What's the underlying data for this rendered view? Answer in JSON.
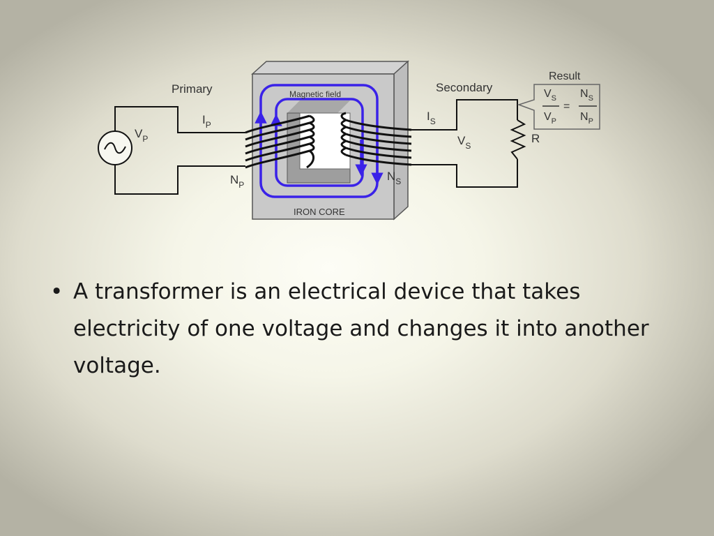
{
  "diagram": {
    "primary_label": "Primary",
    "secondary_label": "Secondary",
    "magnetic_field_label": "Magnetic field",
    "iron_core_label": "IRON CORE",
    "result_label": "Result",
    "ip": {
      "main": "I",
      "sub": "P"
    },
    "is": {
      "main": "I",
      "sub": "S"
    },
    "vp": {
      "main": "V",
      "sub": "P"
    },
    "vs": {
      "main": "V",
      "sub": "S"
    },
    "np": {
      "main": "N",
      "sub": "P"
    },
    "ns": {
      "main": "N",
      "sub": "S"
    },
    "resistor_label": "R",
    "formula": {
      "left_num": {
        "main": "V",
        "sub": "S"
      },
      "left_den": {
        "main": "V",
        "sub": "P"
      },
      "equals": "=",
      "right_num": {
        "main": "N",
        "sub": "S"
      },
      "right_den": {
        "main": "N",
        "sub": "P"
      }
    }
  },
  "bullets": [
    "A transformer is an electrical device that takes electricity of one voltage and changes it into another voltage."
  ]
}
